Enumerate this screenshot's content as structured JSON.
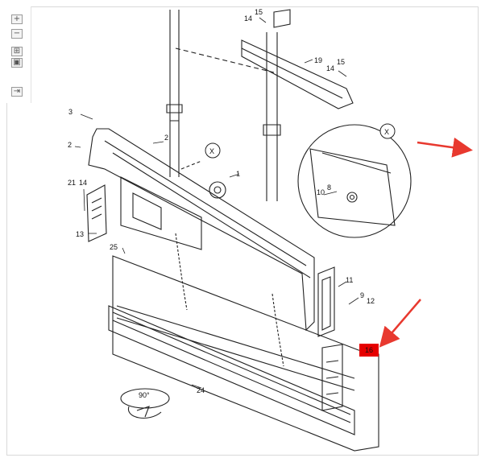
{
  "toolbar": {
    "zoom_in": "+",
    "zoom_out": "−",
    "fit_all": "⊞",
    "fit_page": "▣",
    "toggle_parts": "⇥"
  },
  "diagram": {
    "detail_marker": "X",
    "labels": {
      "p1": "1",
      "p2a": "2",
      "p2b": "2",
      "p3": "3",
      "p8": "8",
      "p9": "9",
      "p10": "10",
      "p11": "11",
      "p12": "12",
      "p13": "13",
      "p14a": "14",
      "p14b": "14",
      "p14c": "14",
      "p15a": "15",
      "p15b": "15",
      "p16": "16",
      "p19": "19",
      "p21": "21",
      "p24": "24",
      "p25": "25",
      "rot": "90°"
    }
  },
  "colors": {
    "arrow": "#e8392f",
    "callout": "#e60000",
    "line": "#222222"
  }
}
